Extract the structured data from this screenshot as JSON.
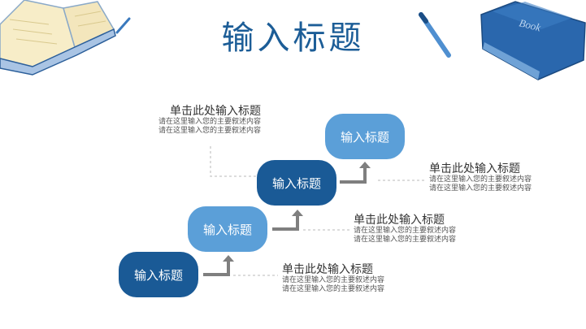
{
  "slide": {
    "title": "输入标题",
    "steps": [
      {
        "label": "输入标题"
      },
      {
        "label": "输入标题"
      },
      {
        "label": "输入标题"
      },
      {
        "label": "输入标题"
      }
    ],
    "notes": [
      {
        "heading": "单击此处输入标题",
        "line1": "请在这里输入您的主要叙述内容",
        "line2": "请在这里输入您的主要叙述内容"
      },
      {
        "heading": "单击此处输入标题",
        "line1": "请在这里输入您的主要叙述内容",
        "line2": "请在这里输入您的主要叙述内容"
      },
      {
        "heading": "单击此处输入标题",
        "line1": "请在这里输入您的主要叙述内容",
        "line2": "请在这里输入您的主要叙述内容"
      },
      {
        "heading": "单击此处输入标题",
        "line1": "请在这里输入您的主要叙述内容",
        "line2": "请在这里输入您的主要叙述内容"
      }
    ],
    "book_cover_text": "Book"
  },
  "colors": {
    "dark_blue": "#1a5a96",
    "light_blue": "#5b9fd8",
    "arrow_gray": "#7f7f7f",
    "dash_gray": "#c8c8c8"
  },
  "icons": [
    "open-book-icon",
    "pen-icon",
    "closed-book-icon"
  ]
}
